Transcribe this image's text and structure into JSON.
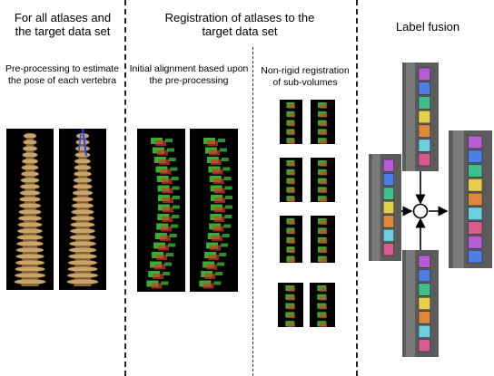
{
  "columns": {
    "col1": {
      "header": "For all atlases and\nthe target data set",
      "subheader": "Pre-processing to estimate\nthe pose of each vertebra"
    },
    "col2": {
      "header": "Registration of atlases to the\ntarget data set",
      "sub_left": "Initial alignment based upon\nthe pre-processing",
      "sub_right": "Non-rigid registration\nof sub-volumes"
    },
    "col3": {
      "header": "Label fusion"
    }
  },
  "colors": {
    "bone": "#c9a56a",
    "green": "#3fcf3a",
    "red": "#d23a2a",
    "labels": [
      "#b85bd6",
      "#4f7ee6",
      "#3fbf8a",
      "#e6d04a",
      "#e0883a",
      "#6ad0e0",
      "#d65b8e"
    ]
  }
}
